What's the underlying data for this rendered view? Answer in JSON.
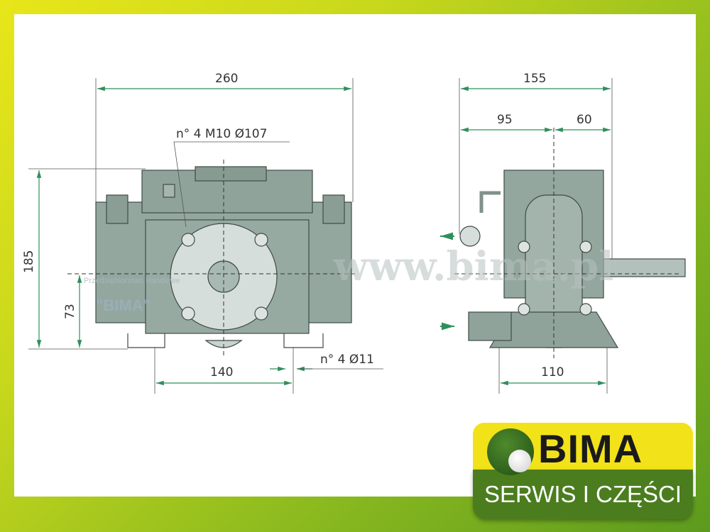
{
  "dimensions": {
    "front_width": "260",
    "front_height": "185",
    "front_center_height": "73",
    "front_mount_spacing": "140",
    "front_flange": "n° 4  M10  Ø107",
    "front_holes": "n° 4  Ø11",
    "side_width": "155",
    "side_left": "95",
    "side_right": "60",
    "side_base": "110"
  },
  "watermark": {
    "url": "www.bima.pl",
    "company": "Przedsiębiorstwo Handlowe",
    "name": "\"BIMA\""
  },
  "logo": {
    "name": "BIMA",
    "tagline": "SERWIS I CZĘŚCI"
  },
  "colors": {
    "body": "#93a79f",
    "dimension_line": "#2f8f5a",
    "logo_yellow": "#f2e21a",
    "logo_green": "#4b7d1f"
  }
}
